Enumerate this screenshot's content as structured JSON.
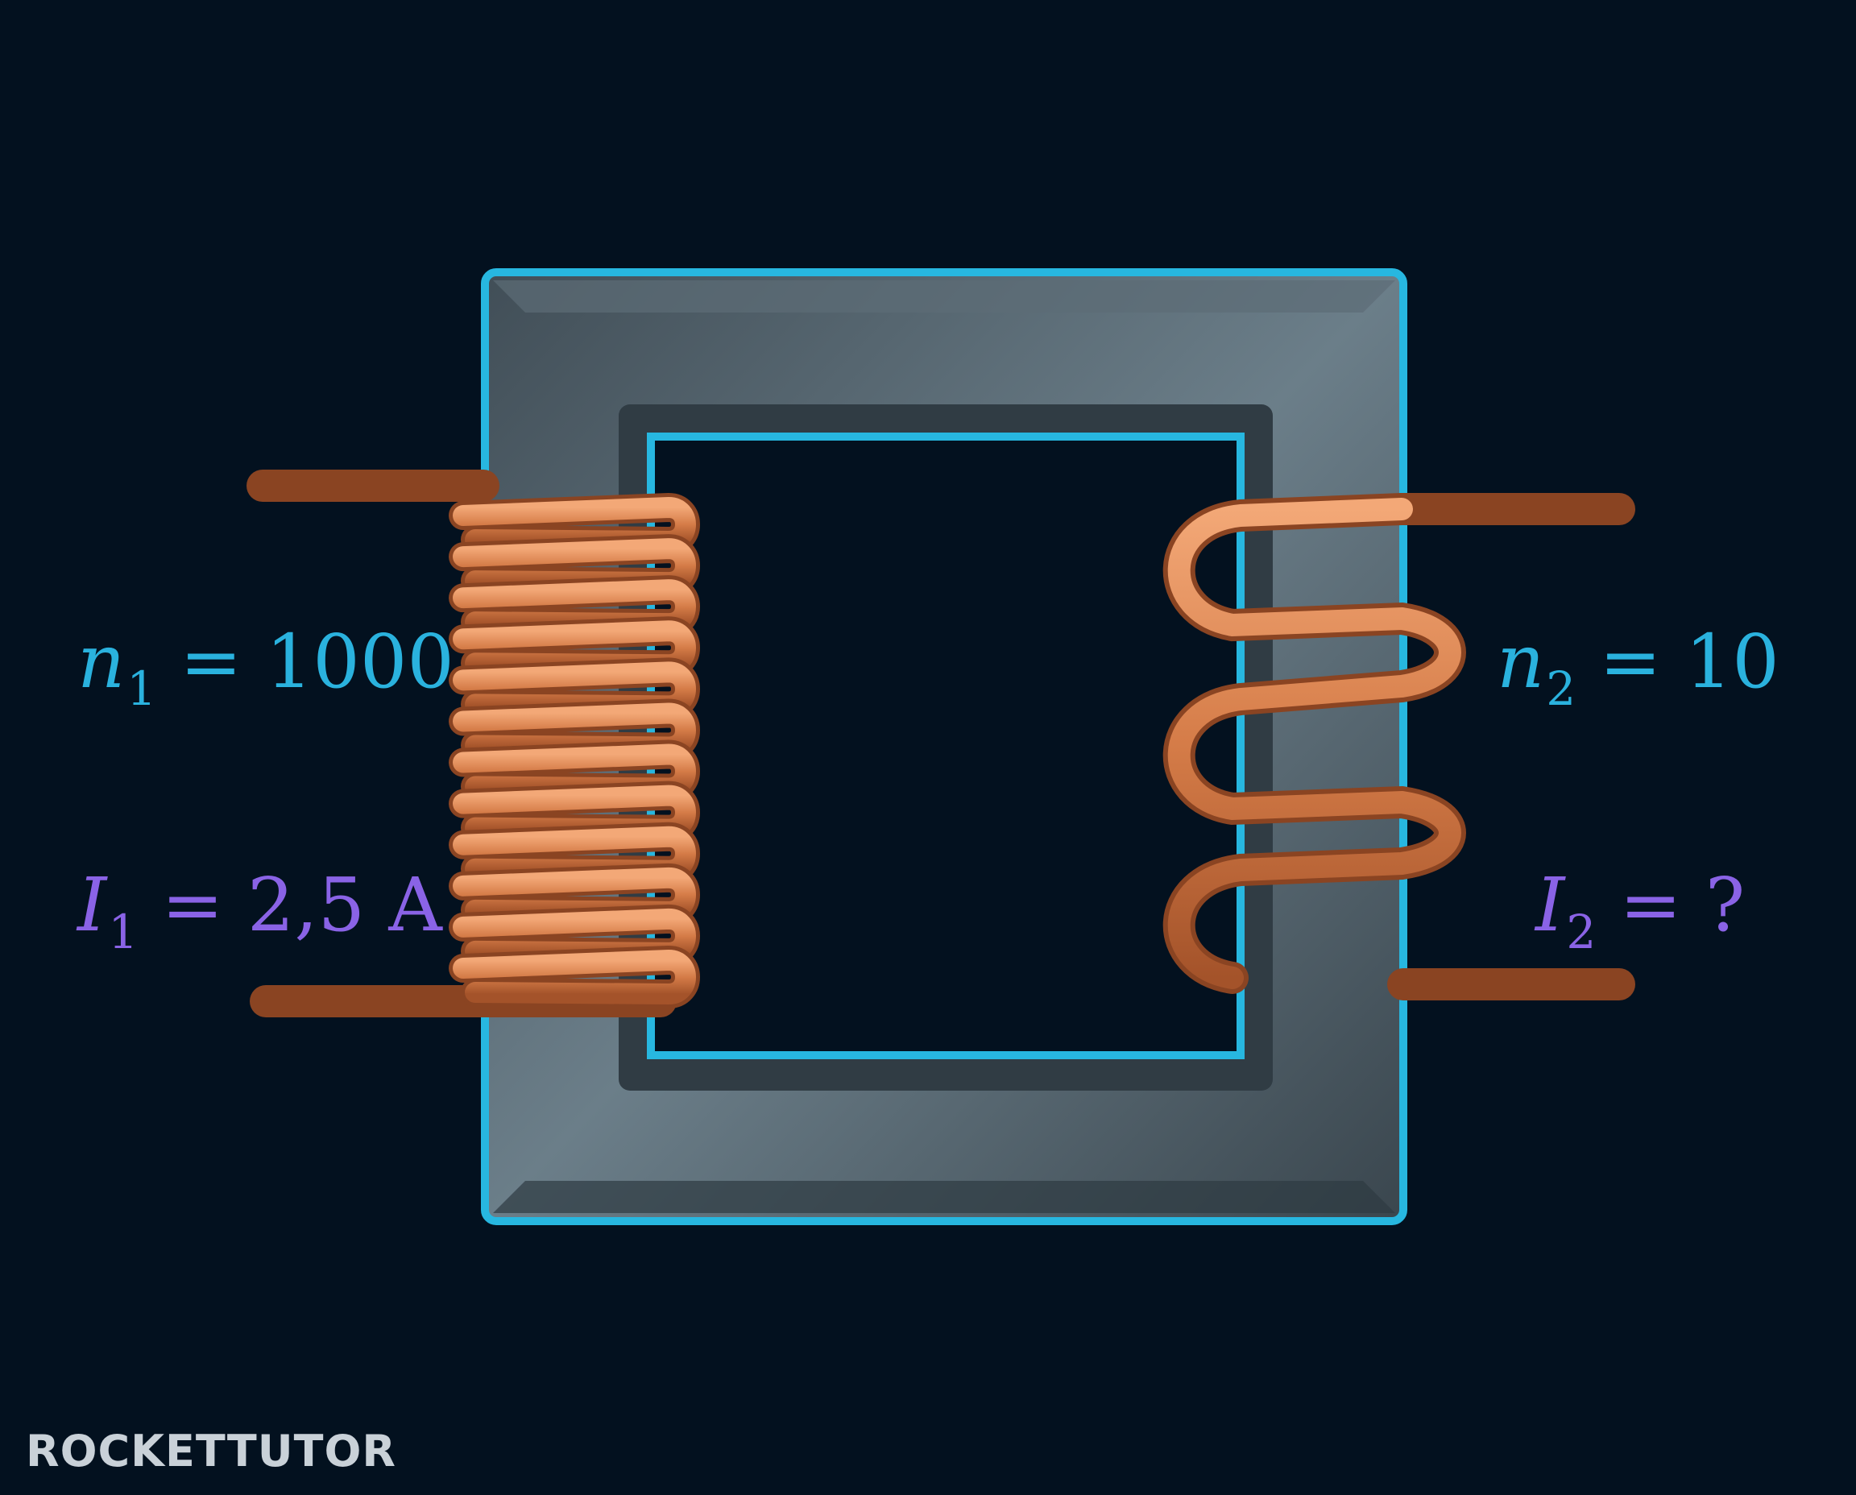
{
  "labels": {
    "primary_turns": {
      "var": "n",
      "sub": "1",
      "rest": " = 1000"
    },
    "primary_current": {
      "var": "I",
      "sub": "1",
      "rest": " = 2,5 A"
    },
    "secondary_turns": {
      "var": "n",
      "sub": "2",
      "rest": " = 10"
    },
    "secondary_current": {
      "var": "I",
      "sub": "2",
      "rest": " = ?"
    }
  },
  "logo": {
    "text": "ROCKETTUTOR"
  },
  "colors": {
    "background": "#03111f",
    "core_outline": "#27b7e0",
    "core_fill": "#4a5a64",
    "copper": "#d7824f",
    "turns_label": "#2ab2de",
    "current_label": "#8a63e6"
  }
}
